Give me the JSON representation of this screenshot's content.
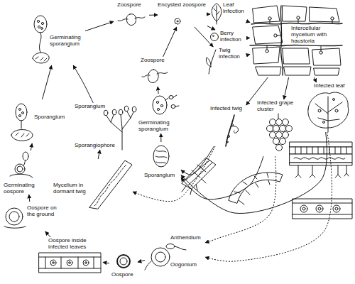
{
  "diagram": {
    "nodes": [
      {
        "text": [
          "Zoospore"
        ]
      },
      {
        "text": [
          "Germinating sporangium"
        ]
      },
      {
        "text": [
          "Encysted zoospore"
        ]
      },
      {
        "text": [
          "Leaf infection"
        ]
      },
      {
        "text": [
          "Berry infection"
        ]
      },
      {
        "text": [
          "Twig infection"
        ]
      },
      {
        "text": [
          "Intercellular mycelium with haustoria"
        ]
      },
      {
        "text": [
          "Zoospore"
        ]
      },
      {
        "text": [
          "Sporangium"
        ]
      },
      {
        "text": [
          "Sporangium",
          "Sporangiophore"
        ]
      },
      {
        "text": [
          "Germinating sporangium"
        ]
      },
      {
        "text": [
          "Sporangium"
        ]
      },
      {
        "text": [
          "Mycelium in dormant twig"
        ]
      },
      {
        "text": [
          "Infected twig"
        ]
      },
      {
        "text": [
          "Infected grape cluster"
        ]
      },
      {
        "text": [
          "Infected leaf"
        ]
      },
      {
        "text": [
          "Germinating oospore"
        ]
      },
      {
        "text": [
          "Oospore on the ground"
        ]
      },
      {
        "text": [
          "Oospore inside infected leaves"
        ]
      },
      {
        "text": [
          "Oospore"
        ]
      },
      {
        "text": [
          "Antheridium",
          "Oogonium"
        ]
      }
    ],
    "edges": [
      {
        "from": 16,
        "to": 8,
        "arrow": "to"
      },
      {
        "from": 8,
        "to": 1,
        "arrow": "to"
      },
      {
        "from": 1,
        "to": 0,
        "arrow": "to"
      },
      {
        "from": 0,
        "to": 2,
        "arrow": "to"
      },
      {
        "from": 2,
        "to": 3,
        "arrow": "to"
      },
      {
        "from": 2,
        "to": 4,
        "arrow": "to"
      },
      {
        "from": 2,
        "to": 5,
        "arrow": "to"
      },
      {
        "from": 3,
        "to": 6,
        "arrow": "to"
      },
      {
        "from": 4,
        "to": 6,
        "arrow": "to"
      },
      {
        "from": 5,
        "to": 6,
        "arrow": "to"
      },
      {
        "from": 6,
        "to": 13,
        "arrow": "to"
      },
      {
        "from": 6,
        "to": 14,
        "arrow": "to"
      },
      {
        "from": 6,
        "to": 15,
        "arrow": "to"
      },
      {
        "from": 13,
        "to": 11,
        "arrow": "to"
      },
      {
        "from": 14,
        "to": 11,
        "arrow": "to"
      },
      {
        "from": 15,
        "to": 11,
        "arrow": "to"
      },
      {
        "from": 11,
        "to": 10,
        "arrow": "to"
      },
      {
        "from": 10,
        "to": 7,
        "arrow": "to"
      },
      {
        "from": 7,
        "to": 2,
        "arrow": "to"
      },
      {
        "from": 12,
        "to": 9,
        "arrow": "to"
      },
      {
        "from": 9,
        "to": 1,
        "arrow": "to"
      },
      {
        "from": 13,
        "to": 12,
        "arrow": "to"
      },
      {
        "from": 14,
        "to": 20,
        "arrow": "to"
      },
      {
        "from": 15,
        "to": 20,
        "arrow": "to"
      },
      {
        "from": 20,
        "to": 19,
        "arrow": "to"
      },
      {
        "from": 19,
        "to": 18,
        "arrow": "to"
      },
      {
        "from": 18,
        "to": 17,
        "arrow": "to"
      },
      {
        "from": 17,
        "to": 16,
        "arrow": "to"
      }
    ]
  }
}
